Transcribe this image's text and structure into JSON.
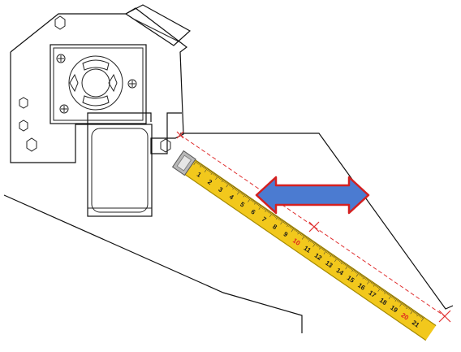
{
  "colors": {
    "drawing_line": "#111111",
    "tape_body": "#f2c81c",
    "tape_edge": "#a68a00",
    "tape_number": "#1a1a1a",
    "tape_number_highlight": "#e02020",
    "arrow_fill": "#4b7bd1",
    "arrow_stroke": "#d42020",
    "measure_line": "#e03030"
  },
  "tape_measure": {
    "numbers": [
      "1",
      "2",
      "3",
      "4",
      "5",
      "6",
      "7",
      "8",
      "9",
      "10",
      "11",
      "12",
      "13",
      "14",
      "15",
      "16",
      "17",
      "18",
      "19",
      "20",
      "21"
    ],
    "highlighted": [
      "10",
      "20"
    ]
  },
  "icons": {
    "arrow": "double-headed-arrow-icon",
    "endpoint": "x-marker-icon"
  }
}
